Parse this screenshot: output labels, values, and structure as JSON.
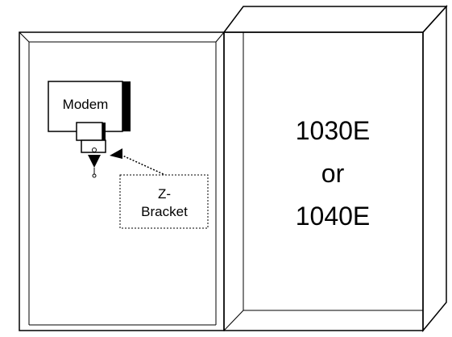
{
  "modem": {
    "label": "Modem"
  },
  "bracket_callout": {
    "line1": "Z-",
    "line2": "Bracket"
  },
  "model_label": {
    "line1": "1030E",
    "line2": "or",
    "line3": "1040E"
  },
  "colors": {
    "stroke": "#000000",
    "background": "#ffffff"
  }
}
